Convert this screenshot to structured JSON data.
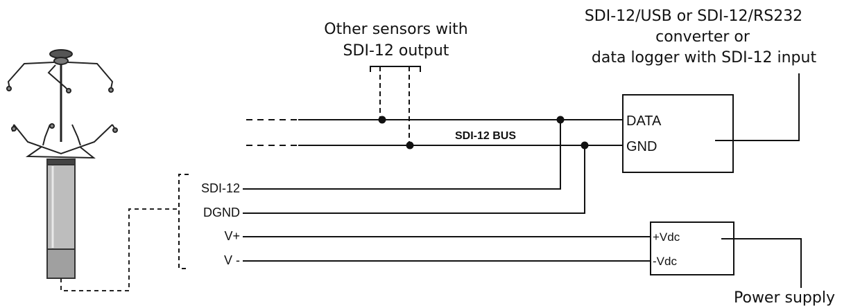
{
  "labels": {
    "other_sensors_line1": "Other sensors with",
    "other_sensors_line2": "SDI-12 output",
    "converter_line1": "SDI-12/USB or SDI-12/RS232",
    "converter_line2": "converter or",
    "converter_line3": "data logger with SDI-12 input",
    "bus_label": "SDI-12 BUS",
    "data_port": "DATA",
    "gnd_port": "GND",
    "sensor_sdi12": "SDI-12",
    "sensor_dgnd": "DGND",
    "sensor_vplus": "V+",
    "sensor_vminus": "V -",
    "power_plus": "+Vdc",
    "power_minus": "-Vdc",
    "power_supply": "Power supply"
  },
  "colors": {
    "line": "#111111",
    "sensor_body": "#bdbdbd",
    "sensor_cap": "#9a9a9a"
  },
  "icons": {
    "sensor": "anemometer-sensor-icon"
  }
}
